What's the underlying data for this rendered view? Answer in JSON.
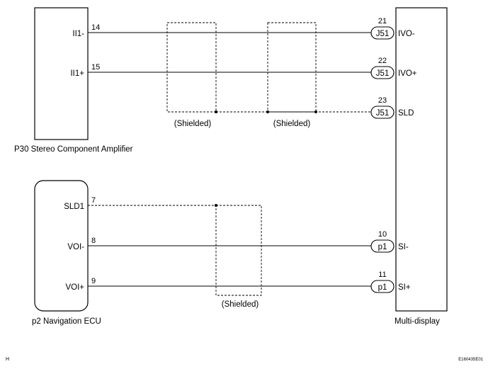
{
  "components": {
    "amplifier": {
      "label": "P30 Stereo Component Amplifier"
    },
    "navigation_ecu": {
      "label": "p2 Navigation ECU"
    },
    "multi_display": {
      "label": "Multi-display"
    }
  },
  "amplifier_pins": [
    {
      "signal": "II1-",
      "pin": "14"
    },
    {
      "signal": "II1+",
      "pin": "15"
    }
  ],
  "navigation_pins": [
    {
      "signal": "SLD1",
      "pin": "7"
    },
    {
      "signal": "VOI-",
      "pin": "8"
    },
    {
      "signal": "VOI+",
      "pin": "9"
    }
  ],
  "display_pins": [
    {
      "pin": "21",
      "connector": "J51",
      "signal": "IVO-"
    },
    {
      "pin": "22",
      "connector": "J51",
      "signal": "IVO+"
    },
    {
      "pin": "23",
      "connector": "J51",
      "signal": "SLD"
    },
    {
      "pin": "10",
      "connector": "p1",
      "signal": "SI-"
    },
    {
      "pin": "11",
      "connector": "p1",
      "signal": "SI+"
    }
  ],
  "shield_labels": [
    "(Shielded)",
    "(Shielded)",
    "(Shielded)"
  ],
  "footer": {
    "left": "H",
    "right": "E160435E01"
  }
}
